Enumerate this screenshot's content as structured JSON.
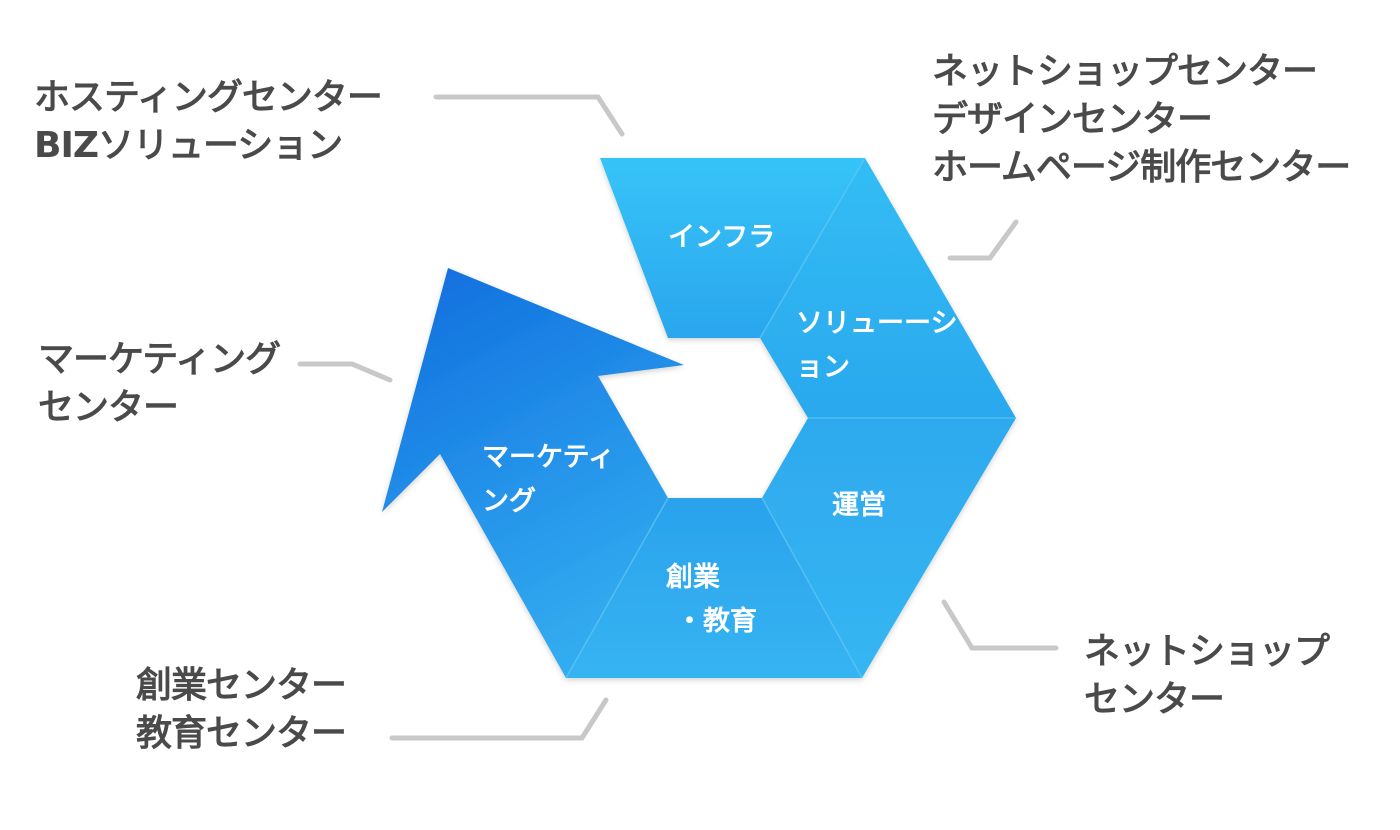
{
  "segments": {
    "infra": "インフラ",
    "solution": [
      "ソリューーシ",
      "ョン"
    ],
    "operation": "運営",
    "founding": [
      "創業",
      "・教育"
    ],
    "marketing": [
      "マーケティ",
      "ング"
    ]
  },
  "callouts": {
    "top_left": [
      "ホスティングセンター",
      "BIZソリューション"
    ],
    "top_right": [
      "ネットショップセンター",
      "デザインセンター",
      "ホームページ制作センター"
    ],
    "mid_left": [
      "マーケティング",
      "センター"
    ],
    "bottom_right": [
      "ネットショップ",
      "センター"
    ],
    "bottom_left": [
      "創業センター",
      "教育センター"
    ]
  },
  "colors": {
    "segment_light": "#38c0f4",
    "segment_mid": "#2eaaf0",
    "arrow_dark": "#1173e0",
    "connector": "#c8c8c8",
    "callout_text": "#4a4a4a"
  }
}
